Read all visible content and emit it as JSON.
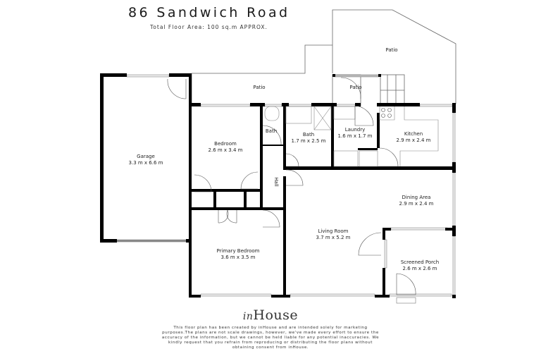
{
  "header": {
    "title": "86 Sandwich Road",
    "subtitle": "Total Floor Area: 100 sq.m APPROX."
  },
  "rooms": {
    "garage": {
      "name": "Garage",
      "size": "3.3 m x 6.6 m"
    },
    "bedroom": {
      "name": "Bedroom",
      "size": "2.6 m x 3.4 m"
    },
    "bath_small": {
      "name": "Bath"
    },
    "hall": {
      "name": "Hall"
    },
    "bath": {
      "name": "Bath",
      "size": "1.7 m x 2.5 m"
    },
    "laundry": {
      "name": "Laundry",
      "size": "1.6 m x 1.7 m"
    },
    "kitchen": {
      "name": "Kitchen",
      "size": "2.9 m x 2.4 m"
    },
    "dining": {
      "name": "Dining Area",
      "size": "2.9 m x 2.4 m"
    },
    "living": {
      "name": "Living Room",
      "size": "3.7 m x 5.2 m"
    },
    "primary_bedroom": {
      "name": "Primary Bedroom",
      "size": "3.6 m x 3.5 m"
    },
    "screened_porch": {
      "name": "Screened Porch",
      "size": "2.6 m x 2.6 m"
    },
    "patio_top_right": {
      "name": "Patio"
    },
    "patio_left": {
      "name": "Patio"
    },
    "patio_small": {
      "name": "Patio"
    }
  },
  "footer": {
    "logo_prefix": "in",
    "logo_main": "House",
    "disclaimer": "This floor plan has been created by inHouse and are intended solely for marketing purposes.The plans are not scale drawings, however, we've made every effort to ensure the accuracy of the information, but we cannot be held liable for any potential inaccuracies. We kindly request that you refrain from reproducing or distributing the floor plans without obtaining consent from inHouse."
  },
  "colors": {
    "wall": "#000000",
    "outline": "#555555",
    "window": "#999999"
  }
}
